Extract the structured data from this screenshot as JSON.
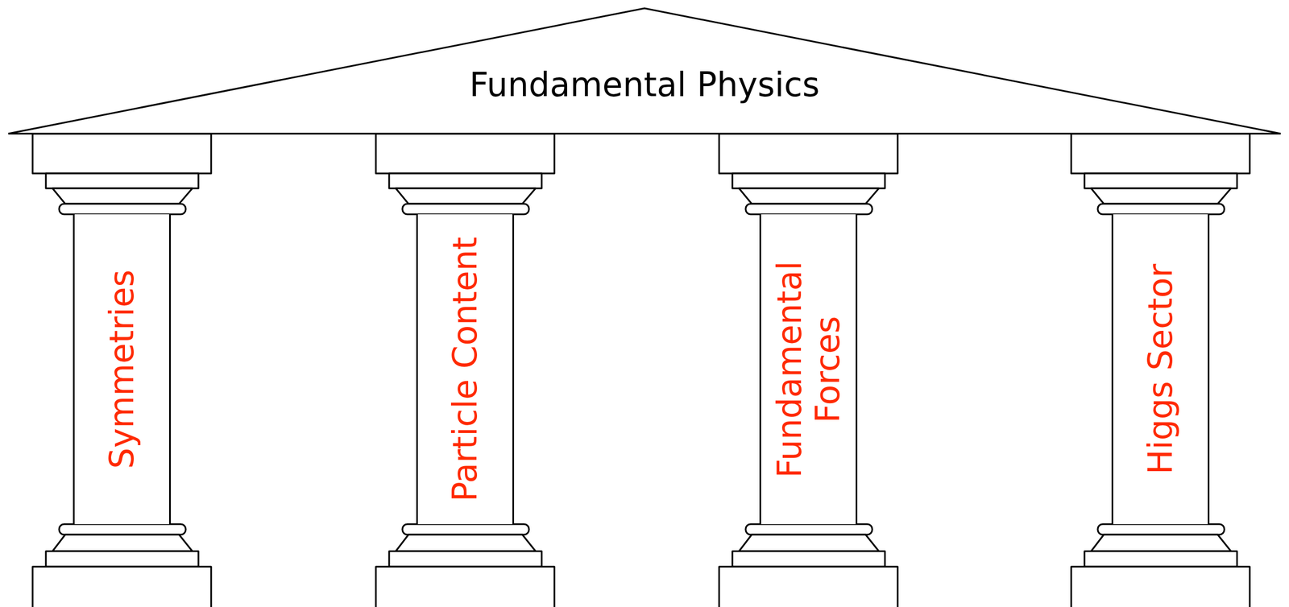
{
  "diagram": {
    "nodes": [
      {
        "text": [
          "Fundamental Physics"
        ]
      },
      {
        "text": [
          "Symmetries"
        ]
      },
      {
        "text": [
          "Particle Content"
        ]
      },
      {
        "text": [
          "Fundamental Forces"
        ]
      },
      {
        "text": [
          "Higgs Sector"
        ]
      }
    ]
  }
}
